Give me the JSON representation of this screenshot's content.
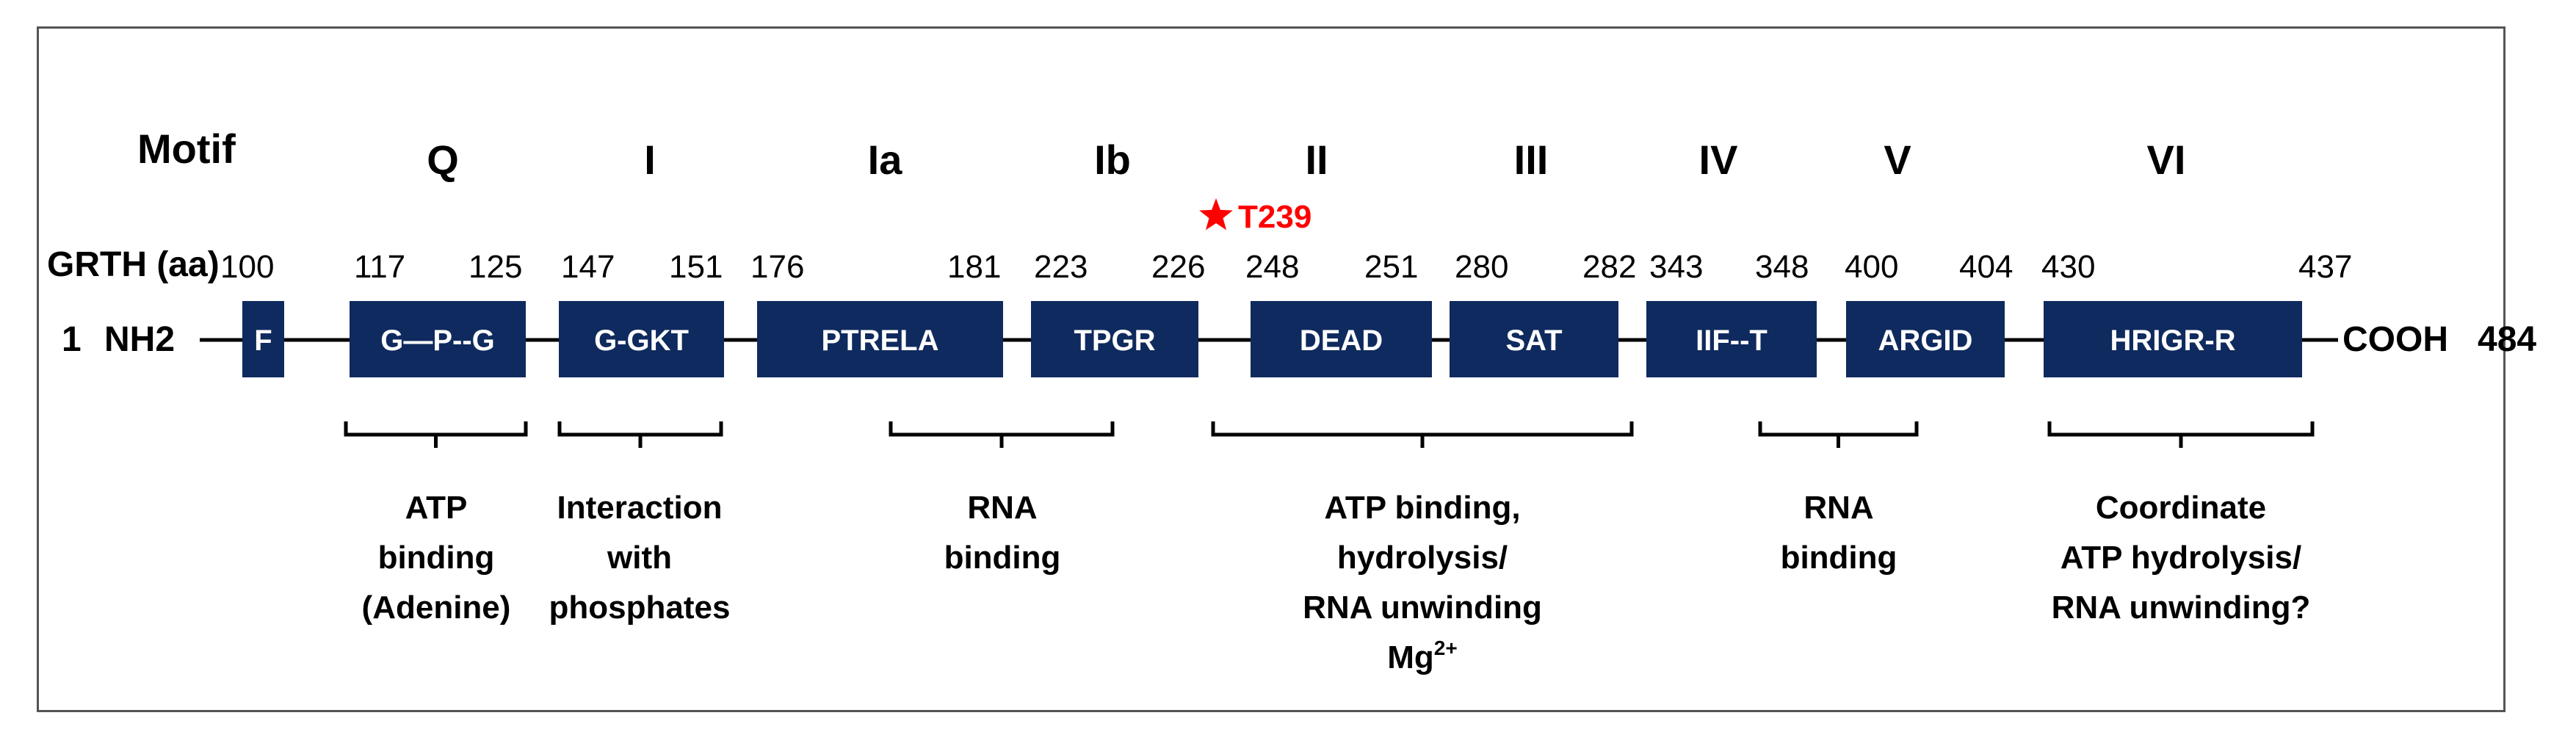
{
  "header": {
    "motif_label": "Motif",
    "seq_label": "GRTH (aa)",
    "n_term_pos": "1",
    "n_term_label": "NH2",
    "c_term_label": "COOH",
    "c_term_pos": "484"
  },
  "site": {
    "label": "T239",
    "color": "#ff0000"
  },
  "colors": {
    "box": "#0f2a5e",
    "box_text": "#ffffff",
    "line": "#000000"
  },
  "motifs": [
    {
      "id": "f",
      "numeral": "",
      "seq": "F",
      "start": "100",
      "end": ""
    },
    {
      "id": "q",
      "numeral": "Q",
      "seq": "G—P--G",
      "start": "117",
      "end": "125"
    },
    {
      "id": "i",
      "numeral": "I",
      "seq": "G-GKT",
      "start": "147",
      "end": "151"
    },
    {
      "id": "ia",
      "numeral": "Ia",
      "seq": "PTRELA",
      "start": "176",
      "end": "181"
    },
    {
      "id": "ib",
      "numeral": "Ib",
      "seq": "TPGR",
      "start": "223",
      "end": "226"
    },
    {
      "id": "ii",
      "numeral": "II",
      "seq": "DEAD",
      "start": "248",
      "end": "251"
    },
    {
      "id": "iii",
      "numeral": "III",
      "seq": "SAT",
      "start": "280",
      "end": "282"
    },
    {
      "id": "iv",
      "numeral": "IV",
      "seq": "IIF--T",
      "start": "343",
      "end": "348"
    },
    {
      "id": "v",
      "numeral": "V",
      "seq": "ARGID",
      "start": "400",
      "end": "404"
    },
    {
      "id": "vi",
      "numeral": "VI",
      "seq": "HRIGR-R",
      "start": "430",
      "end": "437"
    }
  ],
  "functions": [
    {
      "id": "atp-binding-adenine",
      "lines": [
        "ATP",
        "binding",
        "(Adenine)"
      ]
    },
    {
      "id": "phosphate-interaction",
      "lines": [
        "Interaction",
        "with",
        "phosphates"
      ]
    },
    {
      "id": "rna-binding-1",
      "lines": [
        "RNA",
        "binding"
      ]
    },
    {
      "id": "atp-hydrolysis-unwinding",
      "lines": [
        "ATP binding,",
        "hydrolysis/",
        "RNA unwinding",
        "Mg"
      ],
      "superscript": "2+"
    },
    {
      "id": "rna-binding-2",
      "lines": [
        "RNA",
        "binding"
      ]
    },
    {
      "id": "coordinate-hydrolysis",
      "lines": [
        "Coordinate",
        "ATP hydrolysis/",
        "RNA unwinding?"
      ]
    }
  ]
}
